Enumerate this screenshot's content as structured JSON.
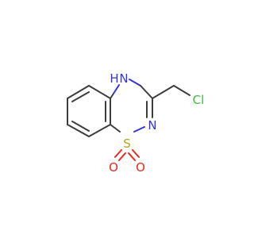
{
  "molecule": {
    "atoms": {
      "nh_N": "N",
      "nh_H": "H",
      "n2": "N",
      "s": "S",
      "o1": "O",
      "o2": "O",
      "cl": "Cl"
    },
    "colors": {
      "bond": "#3d3d3d",
      "nitrogen": "#3535d6",
      "sulfur": "#b8a41a",
      "oxygen": "#e8291b",
      "chlorine": "#3fb83f",
      "background": "#ffffff"
    }
  }
}
